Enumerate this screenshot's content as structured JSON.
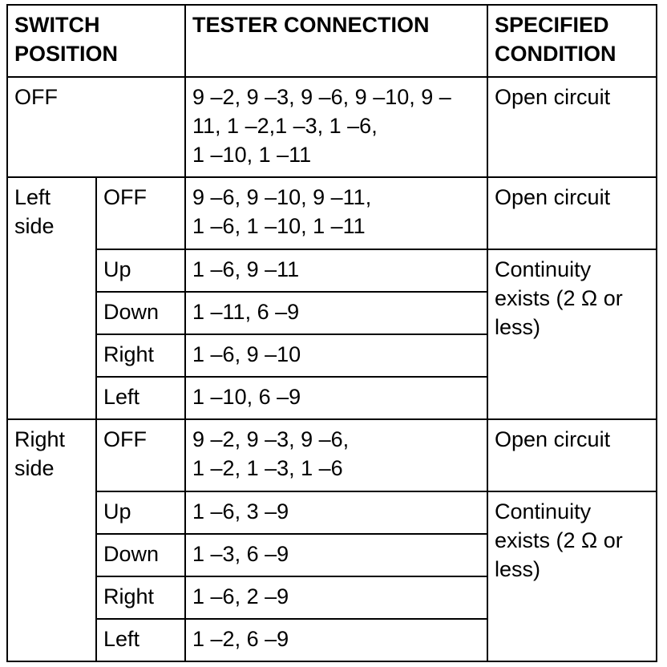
{
  "headers": {
    "switch_position": "SWITCH\nPOSITION",
    "tester_connection": "TESTER CONNECTION",
    "specified_condition": "SPECIFIED\nCONDITION"
  },
  "off_row": {
    "position": "OFF",
    "connection": "9 –2, 9 –3, 9 –6, 9 –10, 9 –\n11, 1 –2,1 –3, 1 –6,\n1 –10, 1 –11",
    "condition": "Open circuit"
  },
  "left_side": {
    "label": "Left\nside",
    "continuity_condition": "Continuity\nexists (2 Ω or\nless)",
    "rows": [
      {
        "position": "OFF",
        "connection": "9 –6, 9 –10, 9 –11,\n 1 –6, 1 –10, 1 –11",
        "condition": "Open circuit"
      },
      {
        "position": "Up",
        "connection": "1 –6, 9 –11"
      },
      {
        "position": "Down",
        "connection": "1 –11, 6 –9"
      },
      {
        "position": "Right",
        "connection": "1 –6, 9 –10"
      },
      {
        "position": "Left",
        "connection": "1 –10, 6 –9"
      }
    ]
  },
  "right_side": {
    "label": "Right\nside",
    "continuity_condition": "Continuity\nexists (2 Ω or\nless)",
    "rows": [
      {
        "position": "OFF",
        "connection": "9 –2, 9 –3, 9 –6,\n1 –2, 1 –3, 1 –6",
        "condition": "Open circuit"
      },
      {
        "position": "Up",
        "connection": "1 –6, 3 –9"
      },
      {
        "position": "Down",
        "connection": "1 –3, 6 –9"
      },
      {
        "position": "Right",
        "connection": "1 –6, 2 –9"
      },
      {
        "position": "Left",
        "connection": "1 –2, 6 –9"
      }
    ]
  }
}
